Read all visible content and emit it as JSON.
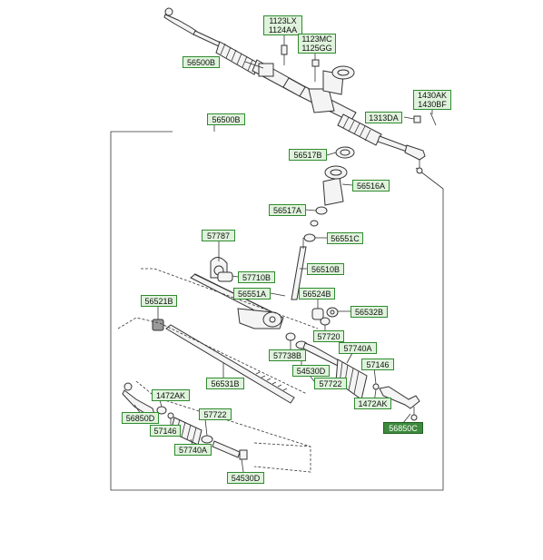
{
  "labels": {
    "l1123lx": "1123LX",
    "l1124aa": "1124AA",
    "l1123mc": "1123MC",
    "l1125gg": "1125GG",
    "l56500b_top": "56500B",
    "l1430ak": "1430AK",
    "l1430bf": "1430BF",
    "l1313da": "1313DA",
    "l56500b_box": "56500B",
    "l56517b": "56517B",
    "l56516a": "56516A",
    "l56517a": "56517A",
    "l56551c": "56551C",
    "l57787": "57787",
    "l56510b": "56510B",
    "l57710b": "57710B",
    "l56551a": "56551A",
    "l56524b": "56524B",
    "l56532b": "56532B",
    "l56521b": "56521B",
    "l57720": "57720",
    "l57740a_r": "57740A",
    "l57738b": "57738B",
    "l54530d_m": "54530D",
    "l57146_r": "57146",
    "l57722_m": "57722",
    "l56531b": "56531B",
    "l1472ak_r": "1472AK",
    "l56850c": "56850C",
    "l1472ak_l": "1472AK",
    "l56850d": "56850D",
    "l57722_l": "57722",
    "l57146_l": "57146",
    "l57740a_l": "57740A",
    "l54530d_b": "54530D"
  }
}
